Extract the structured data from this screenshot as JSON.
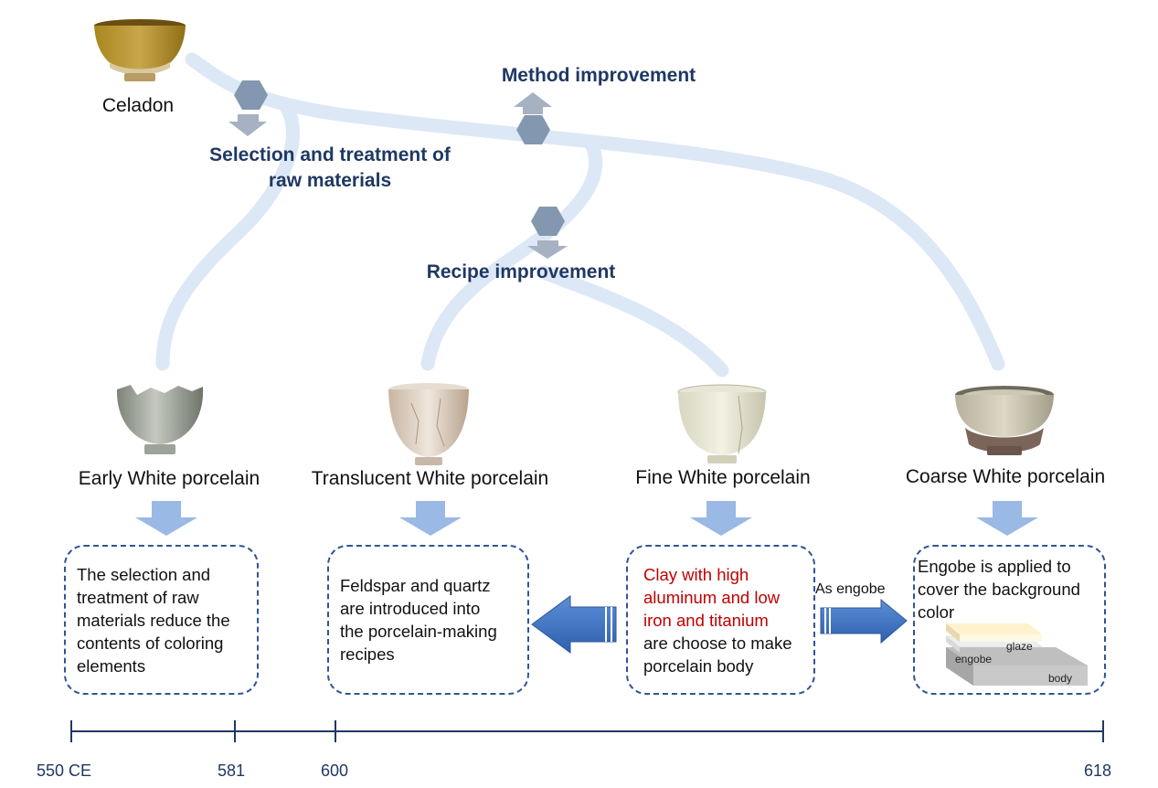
{
  "top": {
    "celadon_label": "Celadon",
    "selection_label_line1": "Selection and treatment of",
    "selection_label_line2": "raw materials",
    "method_label": "Method improvement",
    "recipe_label": "Recipe improvement"
  },
  "porcelains": [
    {
      "name": "Early White porcelain"
    },
    {
      "name": "Translucent White porcelain"
    },
    {
      "name": "Fine White porcelain"
    },
    {
      "name": "Coarse White porcelain"
    }
  ],
  "boxes": {
    "early": [
      "The selection and",
      "treatment of raw",
      "materials reduce the",
      "contents of coloring",
      "elements"
    ],
    "translucent": [
      "Feldspar and quartz",
      "are introduced into",
      "the porcelain-making",
      "recipes"
    ],
    "fine_red": [
      "Clay with high",
      "aluminum and low",
      "iron and titanium"
    ],
    "fine_black": [
      "are choose to make",
      "porcelain body"
    ],
    "coarse": [
      "Engobe is applied to",
      "cover the background",
      "color"
    ]
  },
  "engobe_arrow_label": "As engobe",
  "layer_labels": {
    "glaze": "glaze",
    "engobe": "engobe",
    "body": "body"
  },
  "timeline": {
    "ticks": [
      "550 CE",
      "581",
      "600",
      "618"
    ]
  },
  "colors": {
    "navy": "#1f3864",
    "flow": "#dce8f6",
    "arrow_blue": "#4472c4",
    "red_text": "#c00000",
    "dashed_border": "#2f5597"
  }
}
